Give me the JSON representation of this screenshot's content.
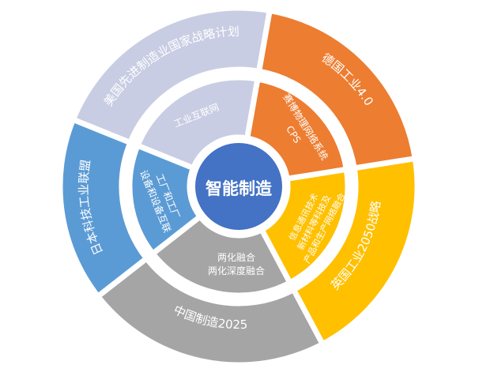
{
  "center": {
    "label": "智能制造",
    "color": "#4472C4"
  },
  "segments": [
    {
      "id": "us",
      "outer_label": "美国先进制造业国家战略计划",
      "inner_lines": [
        "工业互联网"
      ],
      "color": "#C9CDE3",
      "start_deg": -68,
      "end_deg": 10
    },
    {
      "id": "de",
      "outer_label": "德国工业4.0",
      "inner_lines": [
        "赛博物理网络系统",
        "CPS"
      ],
      "color": "#ED7D31",
      "start_deg": 10,
      "end_deg": 81
    },
    {
      "id": "uk",
      "outer_label": "英国工业2050战略",
      "inner_lines": [
        "信息通讯技术",
        "新材料等科技及",
        "产品和生产网络融合"
      ],
      "color": "#FFC000",
      "start_deg": 81,
      "end_deg": 152
    },
    {
      "id": "cn",
      "outer_label": "中国制造2025",
      "inner_lines": [
        "两化融合",
        "两化深度融合"
      ],
      "color": "#A5A5A5",
      "start_deg": 152,
      "end_deg": 232
    },
    {
      "id": "jp",
      "outer_label": "日本科技工业联盟",
      "inner_lines": [
        "工厂和工厂",
        "设备和设备互联"
      ],
      "color": "#5B9BD5",
      "start_deg": 232,
      "end_deg": 292
    }
  ]
}
